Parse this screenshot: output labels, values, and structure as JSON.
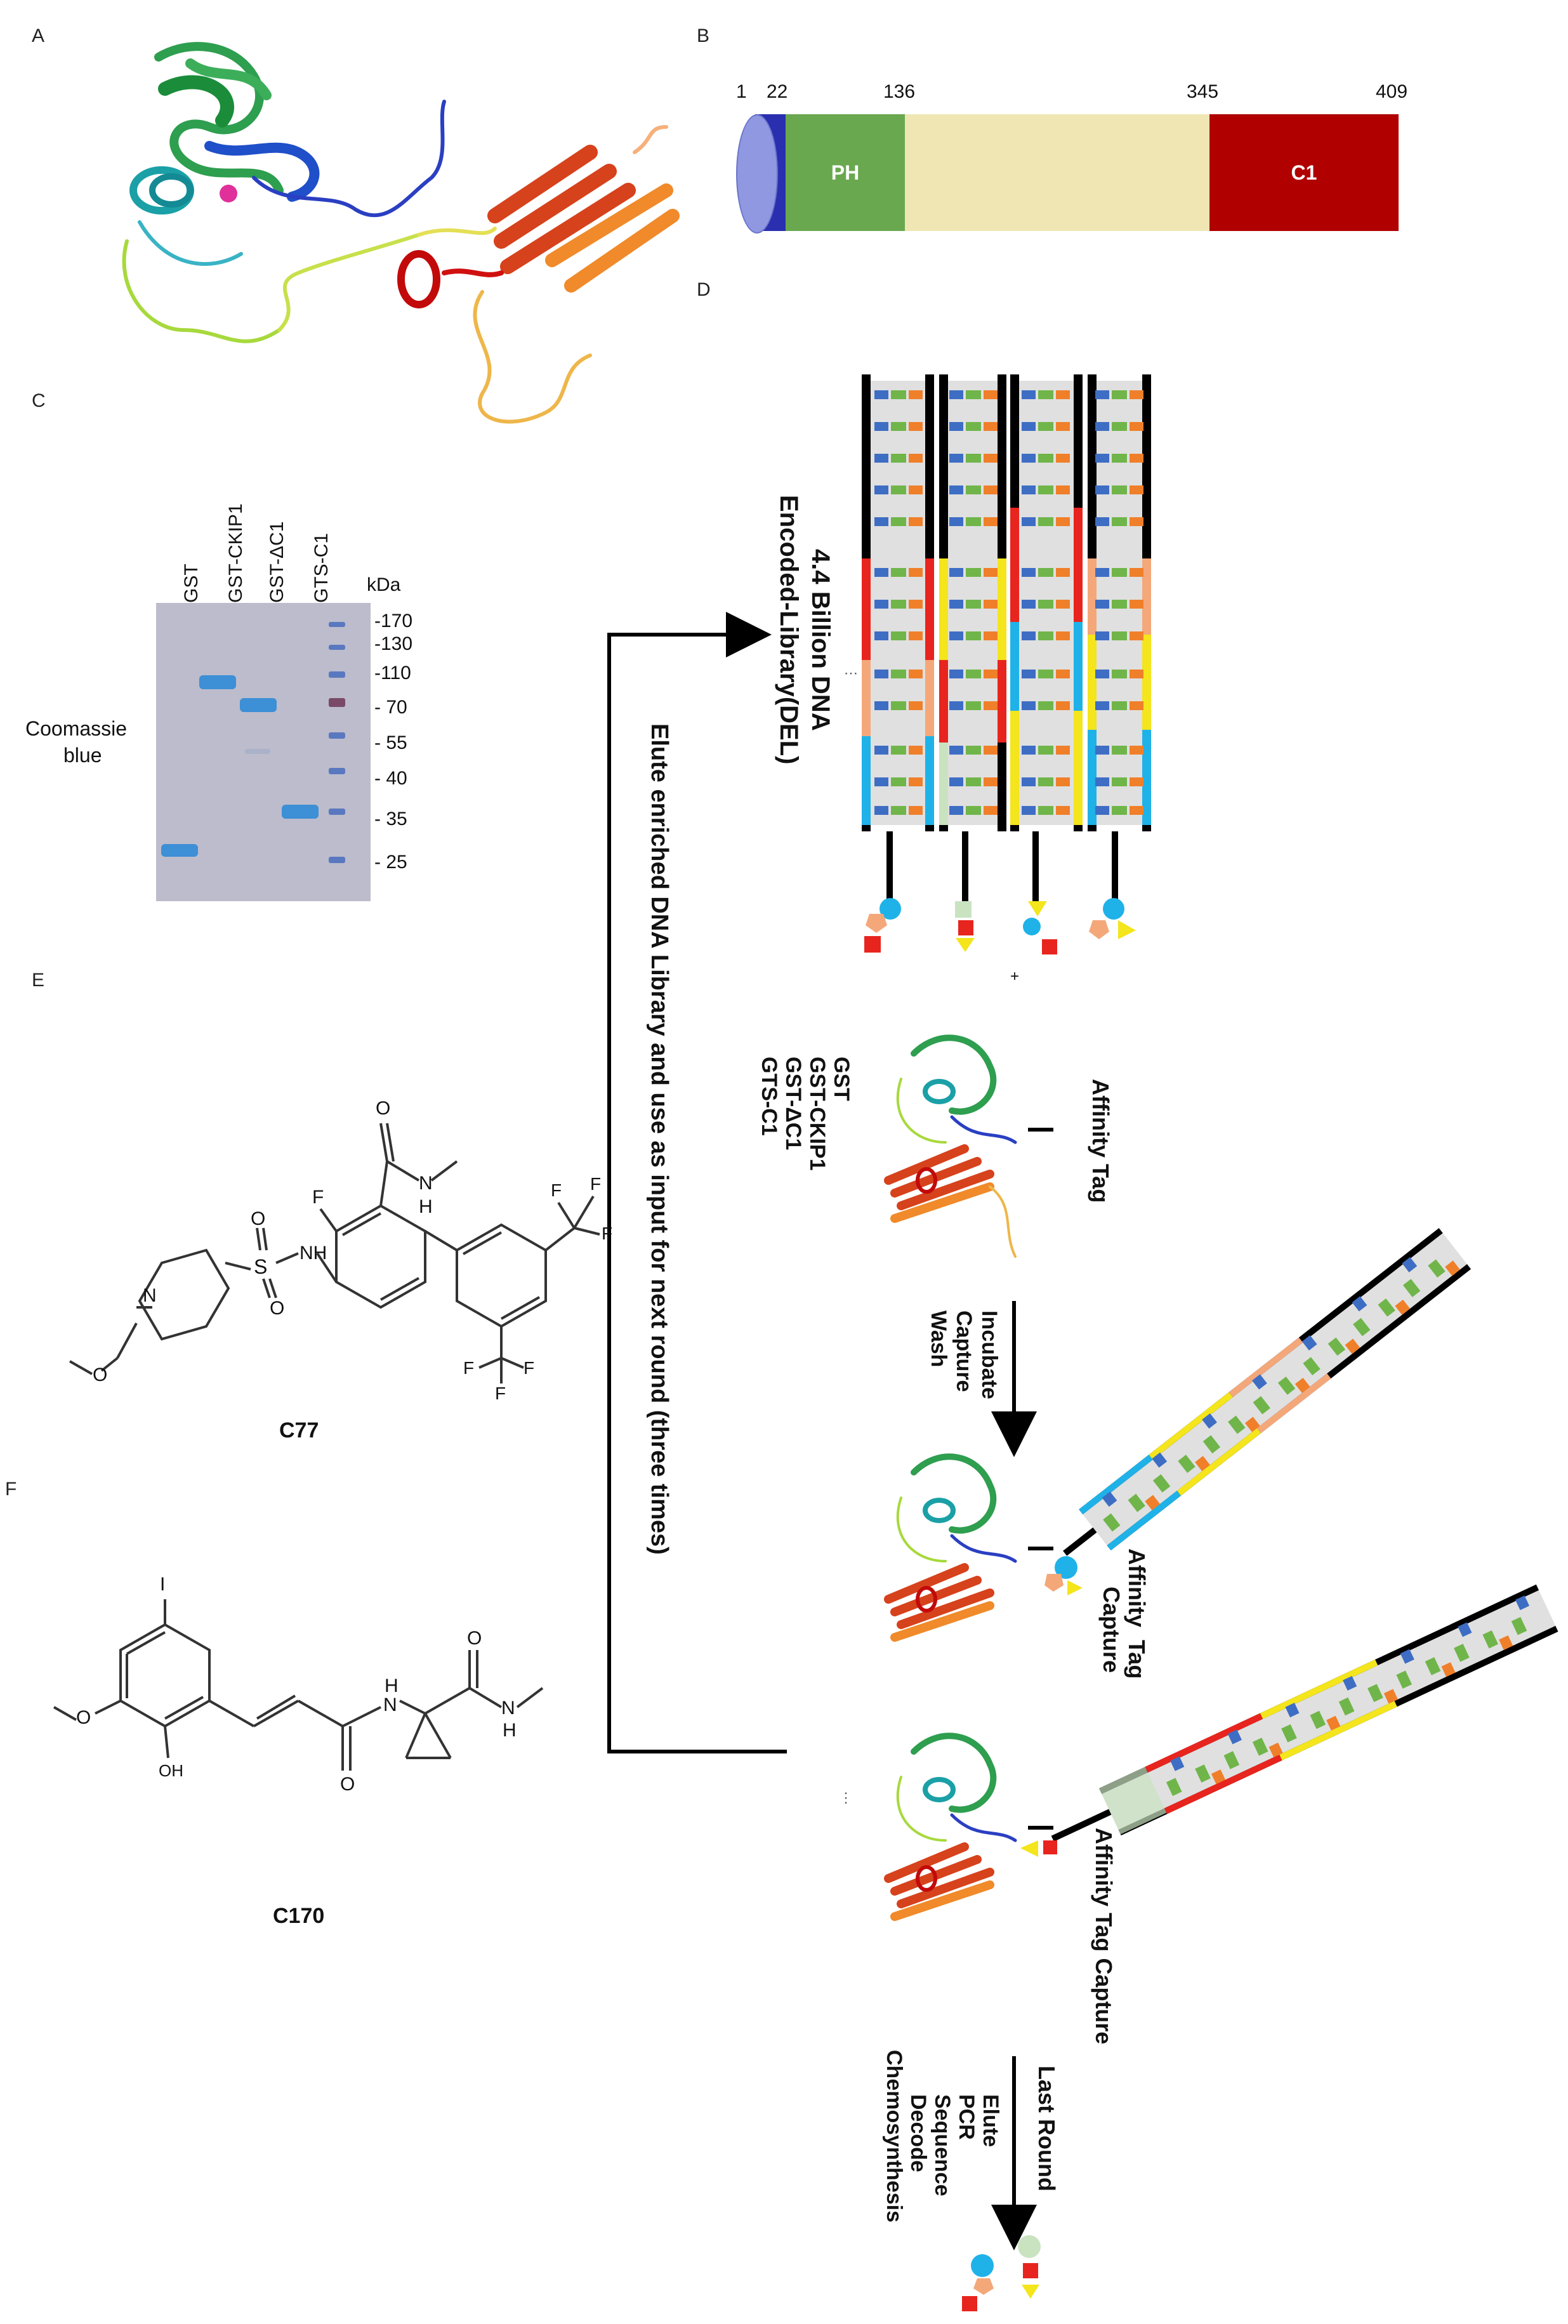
{
  "panels": {
    "a": {
      "letter": "A"
    },
    "b": {
      "letter": "B",
      "positions": [
        "1",
        "22",
        "136",
        "345",
        "409"
      ],
      "domains": {
        "ph": "PH",
        "c1": "C1"
      },
      "colors": {
        "nterm": "#7b86d8",
        "nterm_dark": "#2a2fb0",
        "ph": "#6aa84f",
        "linker": "#efe6b4",
        "c1": "#b00000"
      }
    },
    "c": {
      "letter": "C",
      "lanes": [
        "GST",
        "GST-CKIP1",
        "GST-ΔC1",
        "GTS-C1"
      ],
      "kda_label": "kDa",
      "markers": [
        "-170",
        "-130",
        "-110",
        "- 70",
        "- 55",
        "- 40",
        "- 35",
        "- 25"
      ],
      "stain_label": [
        "Coomassie",
        "blue"
      ]
    },
    "d": {
      "letter": "D",
      "library_title": [
        "4.4 Billion DNA",
        "Encoded-Library(DEL)"
      ],
      "affinity_tag": "Affinity Tag",
      "targets": [
        "GST",
        "GST-CKIP1",
        "GST-ΔC1",
        "GTS-C1"
      ],
      "incubate_steps": [
        "Incubate",
        "Capture",
        "Wash"
      ],
      "capture_label_1": [
        "Affinity  Tag",
        "Capture"
      ],
      "capture_label_2": "Affinity Tag Capture",
      "last_round": "Last Round",
      "final_steps": [
        "Elute",
        "PCR",
        "Sequence",
        "Decode",
        "Chemosynthesis"
      ],
      "elute_loop": "Elute enriched DNA Library and use as input for next round (three times)",
      "plus": "+"
    },
    "e": {
      "letter": "E",
      "compound": "C77",
      "atoms": {
        "f": "F",
        "o": "O",
        "nh": "NH",
        "n": "N",
        "s": "S",
        "o1": "O",
        "o2": "O",
        "cf3_top": [
          "F",
          "F",
          "F"
        ],
        "cf3_bot": [
          "F",
          "F",
          "F"
        ],
        "nh_amide": "N",
        "h_amide": "H",
        "ome_o": "O"
      }
    },
    "f": {
      "letter": "F",
      "compound": "C170",
      "atoms": {
        "i": "I",
        "oh": "OH",
        "o": "O",
        "h": "H",
        "n": "N",
        "o2": "O",
        "n2": "N",
        "h2": "H",
        "ome_o": "O"
      }
    }
  }
}
